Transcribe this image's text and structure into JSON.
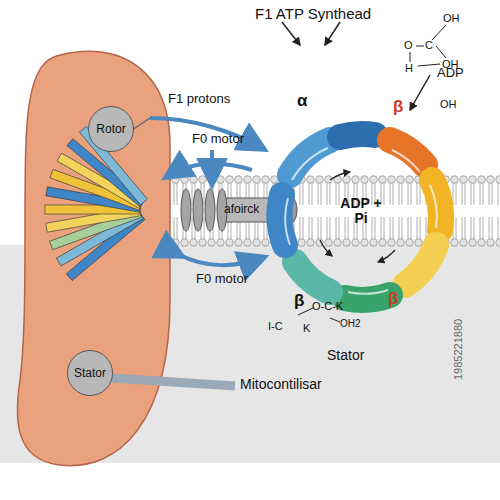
{
  "diagram": {
    "nodes": [
      {
        "text": [
          "Rotor"
        ]
      },
      {
        "text": [
          "Stator"
        ]
      }
    ],
    "labels": [
      "F1 ATP Synthead",
      "F1 protons",
      "F0 motor",
      "afoirck",
      "F0 motor",
      "Mitocontilisar",
      "α",
      "β",
      "ADP + Pi",
      "ADP",
      "β",
      "β",
      "Stator",
      "OH",
      "O",
      "C",
      "H",
      "OH",
      "OH",
      "O-C-K",
      "OH2",
      "I-C",
      "K",
      "1985221880"
    ]
  }
}
